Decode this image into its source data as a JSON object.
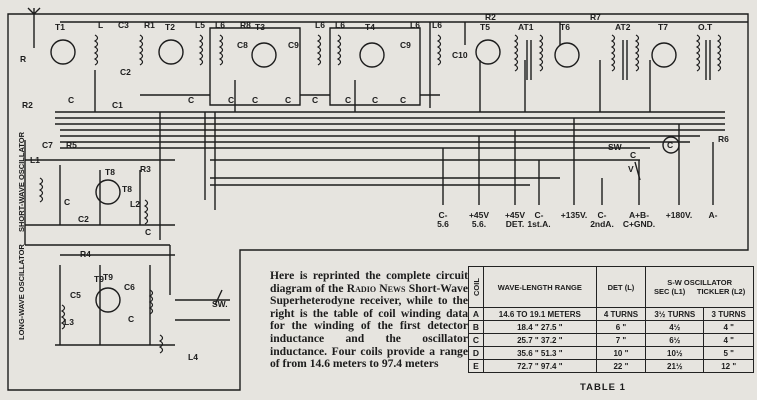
{
  "labels": {
    "tubes": [
      "T1",
      "T2",
      "T3",
      "T4",
      "T5",
      "T6",
      "T7",
      "T8",
      "T9"
    ],
    "coils_top": [
      "L",
      "L5",
      "L6",
      "L6",
      "L6",
      "L6",
      "L6"
    ],
    "caps_top": [
      "C3",
      "C8",
      "C9",
      "C9",
      "C10"
    ],
    "resistors": [
      "R",
      "R1",
      "R2",
      "R2",
      "R3",
      "R4",
      "R5",
      "R6",
      "R7",
      "R8"
    ],
    "transformers": [
      "AT1",
      "AT2",
      "O.T"
    ],
    "misc": [
      "C2",
      "C1",
      "C",
      "C",
      "C",
      "C",
      "C",
      "C",
      "C",
      "C",
      "C",
      "C",
      "C",
      "V",
      "SW.",
      "SW"
    ],
    "short_wave": {
      "label": "SHORT-WAVE OSCILLATOR",
      "parts": [
        "L1",
        "C7",
        "T8",
        "C2",
        "L2",
        "C",
        "C"
      ]
    },
    "long_wave": {
      "label": "LONG-WAVE OSCILLATOR",
      "parts": [
        "C5",
        "C6",
        "L3",
        "L4",
        "T9",
        "C"
      ]
    },
    "terminals": [
      {
        "line1": "C-",
        "line2": "5.6"
      },
      {
        "line1": "+45V",
        "line2": "5.6."
      },
      {
        "line1": "+45V",
        "line2": "DET."
      },
      {
        "line1": "C-",
        "line2": "1st.A."
      },
      {
        "line1": "+135V.",
        "line2": ""
      },
      {
        "line1": "C-",
        "line2": "2ndA."
      },
      {
        "line1": "A+B-",
        "line2": "C+GND."
      },
      {
        "line1": "+180V.",
        "line2": ""
      },
      {
        "line1": "A-",
        "line2": ""
      }
    ]
  },
  "caption": {
    "p1": "Here is reprinted the complete circuit diagram of the ",
    "radio_news": "Radio News",
    "p2": " Short-Wave Superheterodyne receiver, while to the right is the table of coil winding data for the winding of the first detector inductance and the oscillator inductance. Four coils provide a range of from 14.6 meters to 97.4 meters"
  },
  "table": {
    "title": "TABLE 1",
    "headers": {
      "coil": "COIL",
      "range": "WAVE-LENGTH RANGE",
      "det": "DET (L)",
      "osc": "S-W OSCILLATOR",
      "sec": "SEC (L1)",
      "tickler": "TICKLER (L2)"
    },
    "rows": [
      {
        "coil": "A",
        "range": "14.6 TO 19.1 METERS",
        "det": "4 TURNS",
        "sec": "3½ TURNS",
        "tickler": "3 TURNS"
      },
      {
        "coil": "B",
        "range": "18.4 \" 27.5 \"",
        "det": "6 \"",
        "sec": "4½",
        "tickler": "4 \""
      },
      {
        "coil": "C",
        "range": "25.7 \" 37.2 \"",
        "det": "7 \"",
        "sec": "6½",
        "tickler": "4 \""
      },
      {
        "coil": "D",
        "range": "35.6 \" 51.3 \"",
        "det": "10 \"",
        "sec": "10½",
        "tickler": "5 \""
      },
      {
        "coil": "E",
        "range": "72.7 \" 97.4 \"",
        "det": "22 \"",
        "sec": "21½",
        "tickler": "12 \""
      }
    ]
  }
}
